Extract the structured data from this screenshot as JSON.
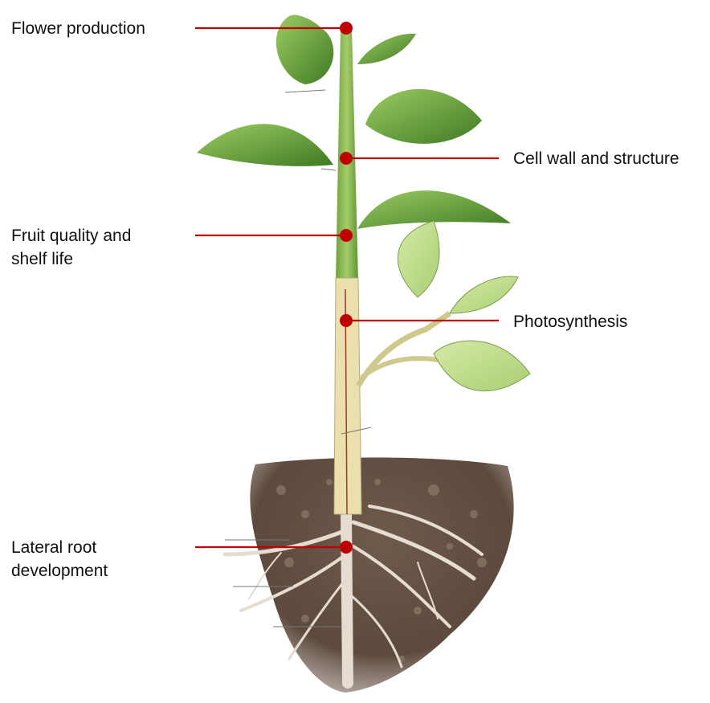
{
  "labels": {
    "flower": {
      "lines": [
        "Flower production"
      ]
    },
    "cell_wall": {
      "lines": [
        "Cell wall and structure"
      ]
    },
    "fruit": {
      "lines": [
        "Fruit quality and",
        "shelf life"
      ]
    },
    "photosynthesis": {
      "lines": [
        "Photosynthesis"
      ]
    },
    "lateral_root": {
      "lines": [
        "Lateral root",
        "development"
      ]
    }
  },
  "colors": {
    "pointer": "#c00000",
    "stem_green": "#7fb04a",
    "leaf_green": "#5e9a32",
    "cutaway_tan": "#ecdfae",
    "soil": "#6b5546",
    "root": "#e6dcd2"
  }
}
